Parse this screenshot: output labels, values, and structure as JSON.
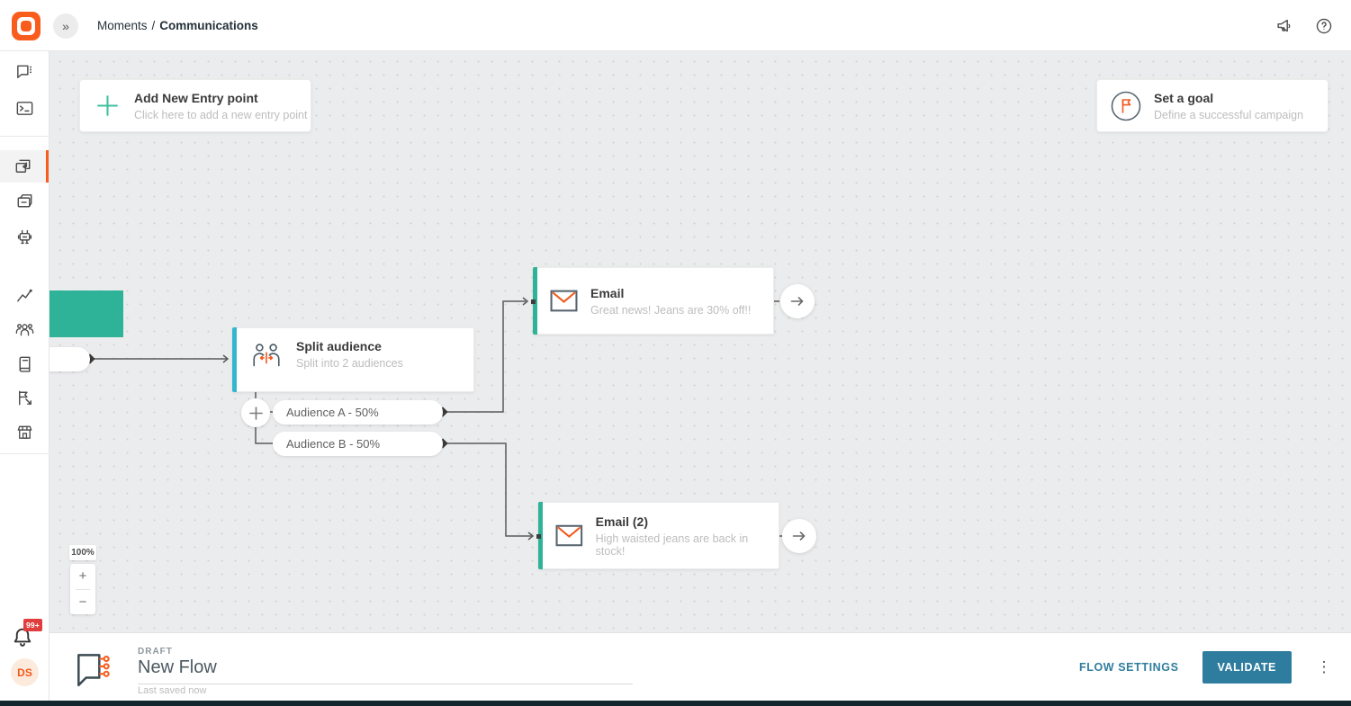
{
  "colors": {
    "brand_orange": "#f95d1e",
    "accent_green": "#2eb398",
    "accent_cyan": "#35b6cf",
    "action_blue": "#2f7d9e",
    "badge_red": "#e03e3e"
  },
  "topbar": {
    "collapse_glyph": "»",
    "breadcrumb": {
      "section": "Moments",
      "separator": "/",
      "current": "Communications"
    }
  },
  "sidebar": {
    "notification_badge": "99+",
    "avatar_initials": "DS"
  },
  "canvas": {
    "entry_card": {
      "title": "Add New Entry point",
      "subtitle": "Click here to add a new entry point"
    },
    "goal_card": {
      "title": "Set a goal",
      "subtitle": "Define a successful campaign"
    },
    "split_node": {
      "title": "Split audience",
      "subtitle": "Split into 2 audiences"
    },
    "email_node_1": {
      "title": "Email",
      "subtitle": "Great news! Jeans are 30% off!!"
    },
    "email_node_2": {
      "title": "Email (2)",
      "subtitle": "High waisted jeans are back in stock!"
    },
    "branches": [
      {
        "label": "Audience A - 50%"
      },
      {
        "label": "Audience B - 50%"
      }
    ],
    "zoom_controls": {
      "level": "100%",
      "zoom_in": "+",
      "zoom_out": "−"
    }
  },
  "bottombar": {
    "status_label": "DRAFT",
    "flow_name": "New Flow",
    "last_saved": "Last saved now",
    "flow_settings_label": "FLOW SETTINGS",
    "validate_label": "VALIDATE",
    "more_glyph": "⋮"
  }
}
